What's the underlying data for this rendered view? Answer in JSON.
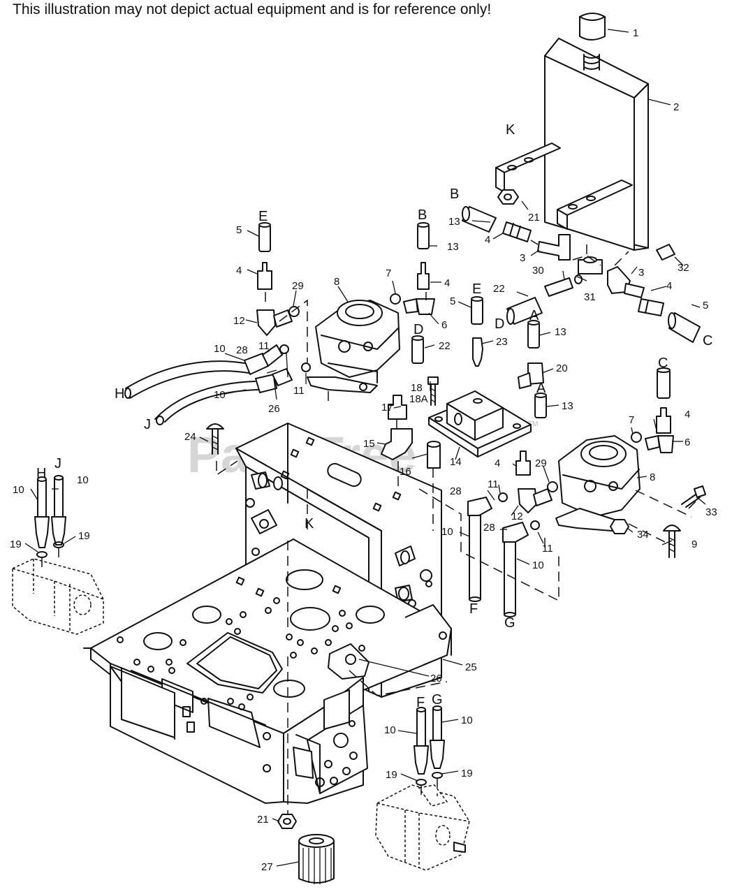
{
  "disclaimer": "This illustration may not depict actual equipment and is for reference only!",
  "watermark": "PartsTree",
  "trademark": "TM",
  "callouts": [
    {
      "id": "c1",
      "label": "1"
    },
    {
      "id": "c2",
      "label": "2"
    },
    {
      "id": "c3a",
      "label": "3"
    },
    {
      "id": "c3b",
      "label": "3"
    },
    {
      "id": "c4a",
      "label": "4"
    },
    {
      "id": "c4b",
      "label": "4"
    },
    {
      "id": "c4c",
      "label": "4"
    },
    {
      "id": "c4d",
      "label": "4"
    },
    {
      "id": "c4e",
      "label": "4"
    },
    {
      "id": "c4f",
      "label": "4"
    },
    {
      "id": "c5a",
      "label": "5"
    },
    {
      "id": "c5b",
      "label": "5"
    },
    {
      "id": "c5c",
      "label": "5"
    },
    {
      "id": "c6a",
      "label": "6"
    },
    {
      "id": "c6b",
      "label": "6"
    },
    {
      "id": "c7a",
      "label": "7"
    },
    {
      "id": "c7b",
      "label": "7"
    },
    {
      "id": "c8a",
      "label": "8"
    },
    {
      "id": "c8b",
      "label": "8"
    },
    {
      "id": "c9",
      "label": "9"
    },
    {
      "id": "c10a",
      "label": "10"
    },
    {
      "id": "c10b",
      "label": "10"
    },
    {
      "id": "c10c",
      "label": "10"
    },
    {
      "id": "c10d",
      "label": "10"
    },
    {
      "id": "c10e",
      "label": "10"
    },
    {
      "id": "c10f",
      "label": "10"
    },
    {
      "id": "c10g",
      "label": "10"
    },
    {
      "id": "c10h",
      "label": "10"
    },
    {
      "id": "c11a",
      "label": "11"
    },
    {
      "id": "c11b",
      "label": "11"
    },
    {
      "id": "c11c",
      "label": "11"
    },
    {
      "id": "c11d",
      "label": "11"
    },
    {
      "id": "c12a",
      "label": "12"
    },
    {
      "id": "c12b",
      "label": "12"
    },
    {
      "id": "c13a",
      "label": "13"
    },
    {
      "id": "c13b",
      "label": "13"
    },
    {
      "id": "c13c",
      "label": "13"
    },
    {
      "id": "c13d",
      "label": "13"
    },
    {
      "id": "c14",
      "label": "14"
    },
    {
      "id": "c15",
      "label": "15"
    },
    {
      "id": "c16",
      "label": "16"
    },
    {
      "id": "c17",
      "label": "17"
    },
    {
      "id": "c18",
      "label": "18"
    },
    {
      "id": "c18a",
      "label": "18A"
    },
    {
      "id": "c19a",
      "label": "19"
    },
    {
      "id": "c19b",
      "label": "19"
    },
    {
      "id": "c19c",
      "label": "19"
    },
    {
      "id": "c19d",
      "label": "19"
    },
    {
      "id": "c20",
      "label": "20"
    },
    {
      "id": "c21a",
      "label": "21"
    },
    {
      "id": "c21b",
      "label": "21"
    },
    {
      "id": "c22a",
      "label": "22"
    },
    {
      "id": "c22b",
      "label": "22"
    },
    {
      "id": "c23",
      "label": "23"
    },
    {
      "id": "c24",
      "label": "24"
    },
    {
      "id": "c25",
      "label": "25"
    },
    {
      "id": "c26a",
      "label": "26"
    },
    {
      "id": "c26b",
      "label": "26"
    },
    {
      "id": "c27",
      "label": "27"
    },
    {
      "id": "c28a",
      "label": "28"
    },
    {
      "id": "c28b",
      "label": "28"
    },
    {
      "id": "c28c",
      "label": "28"
    },
    {
      "id": "c29a",
      "label": "29"
    },
    {
      "id": "c29b",
      "label": "29"
    },
    {
      "id": "c30",
      "label": "30"
    },
    {
      "id": "c31",
      "label": "31"
    },
    {
      "id": "c32",
      "label": "32"
    },
    {
      "id": "c33",
      "label": "33"
    },
    {
      "id": "c34",
      "label": "34"
    }
  ],
  "connection_letters": [
    {
      "id": "lK1",
      "label": "K"
    },
    {
      "id": "lK2",
      "label": "K"
    },
    {
      "id": "lB1",
      "label": "B"
    },
    {
      "id": "lB2",
      "label": "B"
    },
    {
      "id": "lE1",
      "label": "E"
    },
    {
      "id": "lE2",
      "label": "E"
    },
    {
      "id": "lD1",
      "label": "D"
    },
    {
      "id": "lD2",
      "label": "D"
    },
    {
      "id": "lA1",
      "label": "A"
    },
    {
      "id": "lA2",
      "label": "A"
    },
    {
      "id": "lC1",
      "label": "C"
    },
    {
      "id": "lC2",
      "label": "C"
    },
    {
      "id": "lH1",
      "label": "H"
    },
    {
      "id": "lH2",
      "label": "H"
    },
    {
      "id": "lJ1",
      "label": "J"
    },
    {
      "id": "lJ2",
      "label": "J"
    },
    {
      "id": "lF1",
      "label": "F"
    },
    {
      "id": "lF2",
      "label": "F"
    },
    {
      "id": "lG1",
      "label": "G"
    },
    {
      "id": "lG2",
      "label": "G"
    }
  ]
}
